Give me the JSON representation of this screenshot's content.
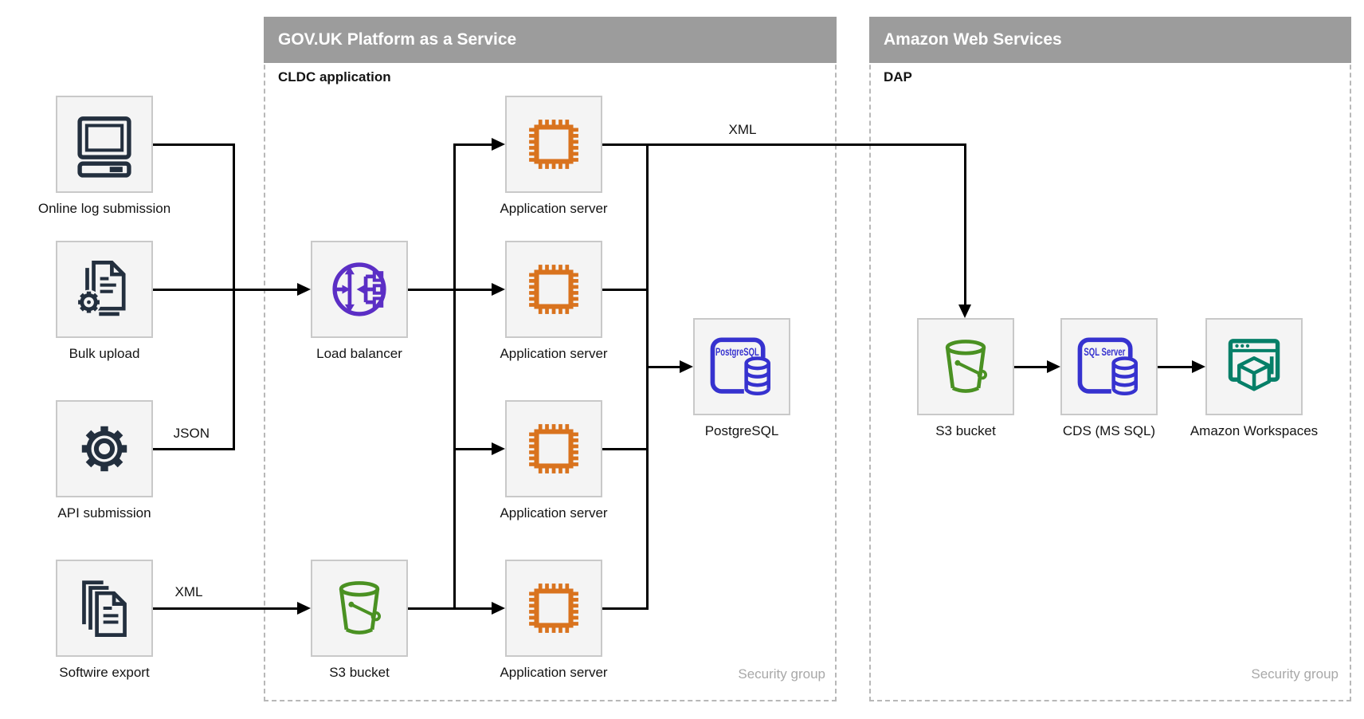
{
  "colors": {
    "header-bg": "#9c9c9c",
    "header-text": "#ffffff",
    "box-bg": "#f4f4f4",
    "box-border": "#c9c9c9",
    "container-border": "#b8b8b8",
    "line": "#000000",
    "dark": "#232f3e",
    "purple": "#5b2ec5",
    "orange": "#d9731e",
    "green": "#4a9122",
    "blue": "#3632cf",
    "teal": "#067f68",
    "muted": "#a8a8a8",
    "label": "#141414"
  },
  "sources": {
    "online_log": "Online log submission",
    "bulk_upload": "Bulk upload",
    "api_submission": "API submission",
    "softwire_export": "Softwire export"
  },
  "govuk": {
    "title": "GOV.UK Platform as a Service",
    "subtitle": "CLDC application",
    "security_group": "Security group",
    "load_balancer": "Load balancer",
    "s3_bucket": "S3 bucket",
    "app_server": "Application server",
    "postgresql": "PostgreSQL"
  },
  "aws": {
    "title": "Amazon Web Services",
    "subtitle": "DAP",
    "security_group": "Security group",
    "s3_bucket": "S3 bucket",
    "cds": "CDS (MS SQL)",
    "workspaces": "Amazon Workspaces"
  },
  "edge_labels": {
    "json": "JSON",
    "xml_export": "XML",
    "xml_transfer": "XML"
  },
  "icon_text": {
    "postgresql": "PostgreSQL",
    "sql_server": "SQL Server"
  }
}
